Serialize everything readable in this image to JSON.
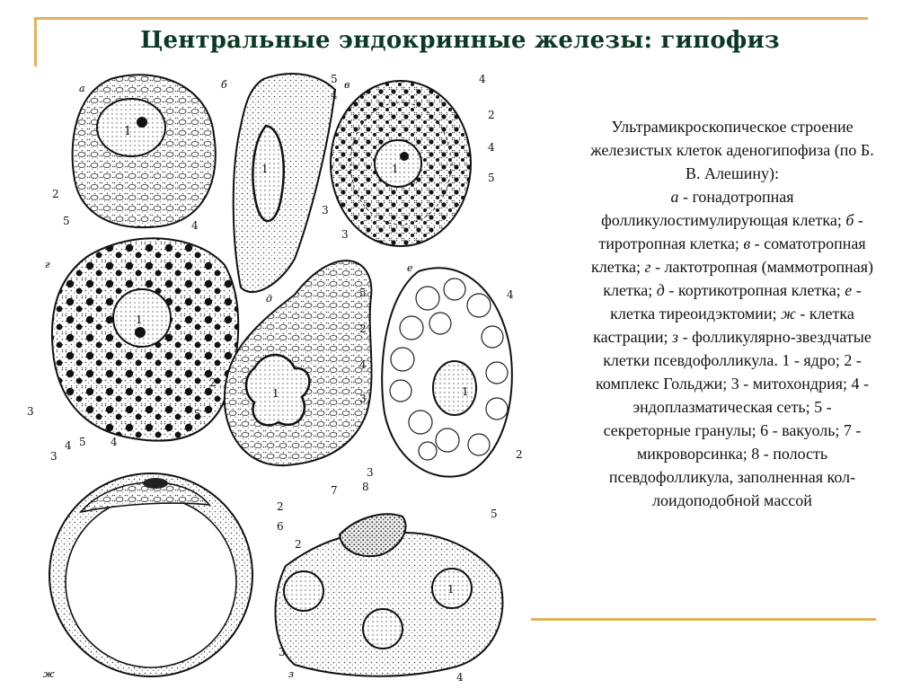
{
  "slide": {
    "title": "Центральные эндокринные железы: гипофиз",
    "accent_color": "#e2b35a",
    "title_color": "#0b3a24"
  },
  "figure": {
    "panel_letters": [
      "а",
      "б",
      "в",
      "г",
      "д",
      "е",
      "ж",
      "з"
    ],
    "nucleus_label": "1",
    "part_labels": [
      "2",
      "3",
      "4",
      "5",
      "6",
      "7",
      "8"
    ]
  },
  "caption": {
    "lines": [
      [
        {
          "t": "Ультрамикроскопическое строение"
        }
      ],
      [
        {
          "t": "железистых клеток аденогипофиза (по Б."
        }
      ],
      [
        {
          "t": "В. Алешину):"
        }
      ],
      [
        {
          "t": "а",
          "i": true
        },
        {
          "t": " - гонадотропная"
        }
      ],
      [
        {
          "t": "фолликулостимулирующая клетка; "
        },
        {
          "t": "б",
          "i": true
        },
        {
          "t": " -"
        }
      ],
      [
        {
          "t": "тиротропная клетка; "
        },
        {
          "t": "в",
          "i": true
        },
        {
          "t": " - соматотропная"
        }
      ],
      [
        {
          "t": "клетка; "
        },
        {
          "t": "г",
          "i": true
        },
        {
          "t": " - лактотропная (маммотропная)"
        }
      ],
      [
        {
          "t": "клетка; "
        },
        {
          "t": "д",
          "i": true
        },
        {
          "t": " - кортикотропная клетка; "
        },
        {
          "t": "е",
          "i": true
        },
        {
          "t": " -"
        }
      ],
      [
        {
          "t": "клетка тиреоидэктомии; "
        },
        {
          "t": "ж",
          "i": true
        },
        {
          "t": " - клетка"
        }
      ],
      [
        {
          "t": "кастрации; "
        },
        {
          "t": "з",
          "i": true
        },
        {
          "t": " - фолликулярно-звездчатые"
        }
      ],
      [
        {
          "t": "клетки псевдофолликула. 1 - ядро; 2 -"
        }
      ],
      [
        {
          "t": "комплекс Гольджи; 3 - митохондрия; 4 -"
        }
      ],
      [
        {
          "t": "эндоплазматическая сеть; 5 -"
        }
      ],
      [
        {
          "t": "секреторные гранулы; 6 - вакуоль; 7 -"
        }
      ],
      [
        {
          "t": "микроворсинка; 8 - полость"
        }
      ],
      [
        {
          "t": "псевдофолликула, заполненная кол-"
        }
      ],
      [
        {
          "t": "лоидоподобной массой"
        }
      ]
    ]
  }
}
